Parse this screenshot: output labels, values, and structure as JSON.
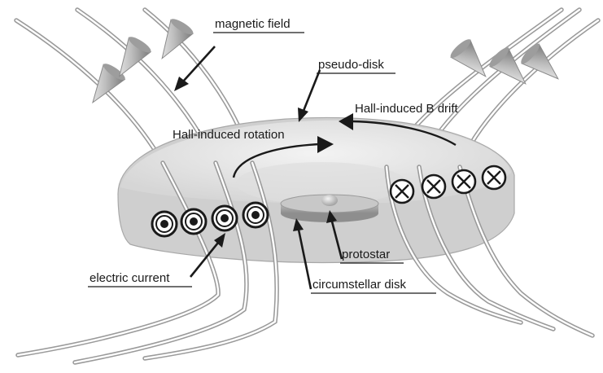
{
  "labels": {
    "magnetic_field": "magnetic field",
    "pseudo_disk": "pseudo-disk",
    "hall_b_drift": "Hall-induced B drift",
    "hall_rotation": "Hall-induced rotation",
    "electric_current": "electric current",
    "protostar": "protostar",
    "circumstellar_disk": "circumstellar disk"
  },
  "symbols": {
    "current_out": "dot-in-circle",
    "current_in": "cross-in-circle",
    "field_direction": "cone-arrowhead"
  },
  "colors": {
    "disk_fill": "#d0d0d0",
    "disk_top": "#e9e9e9",
    "field_line": "#9a9a9a",
    "ink": "#1a1a1a"
  }
}
